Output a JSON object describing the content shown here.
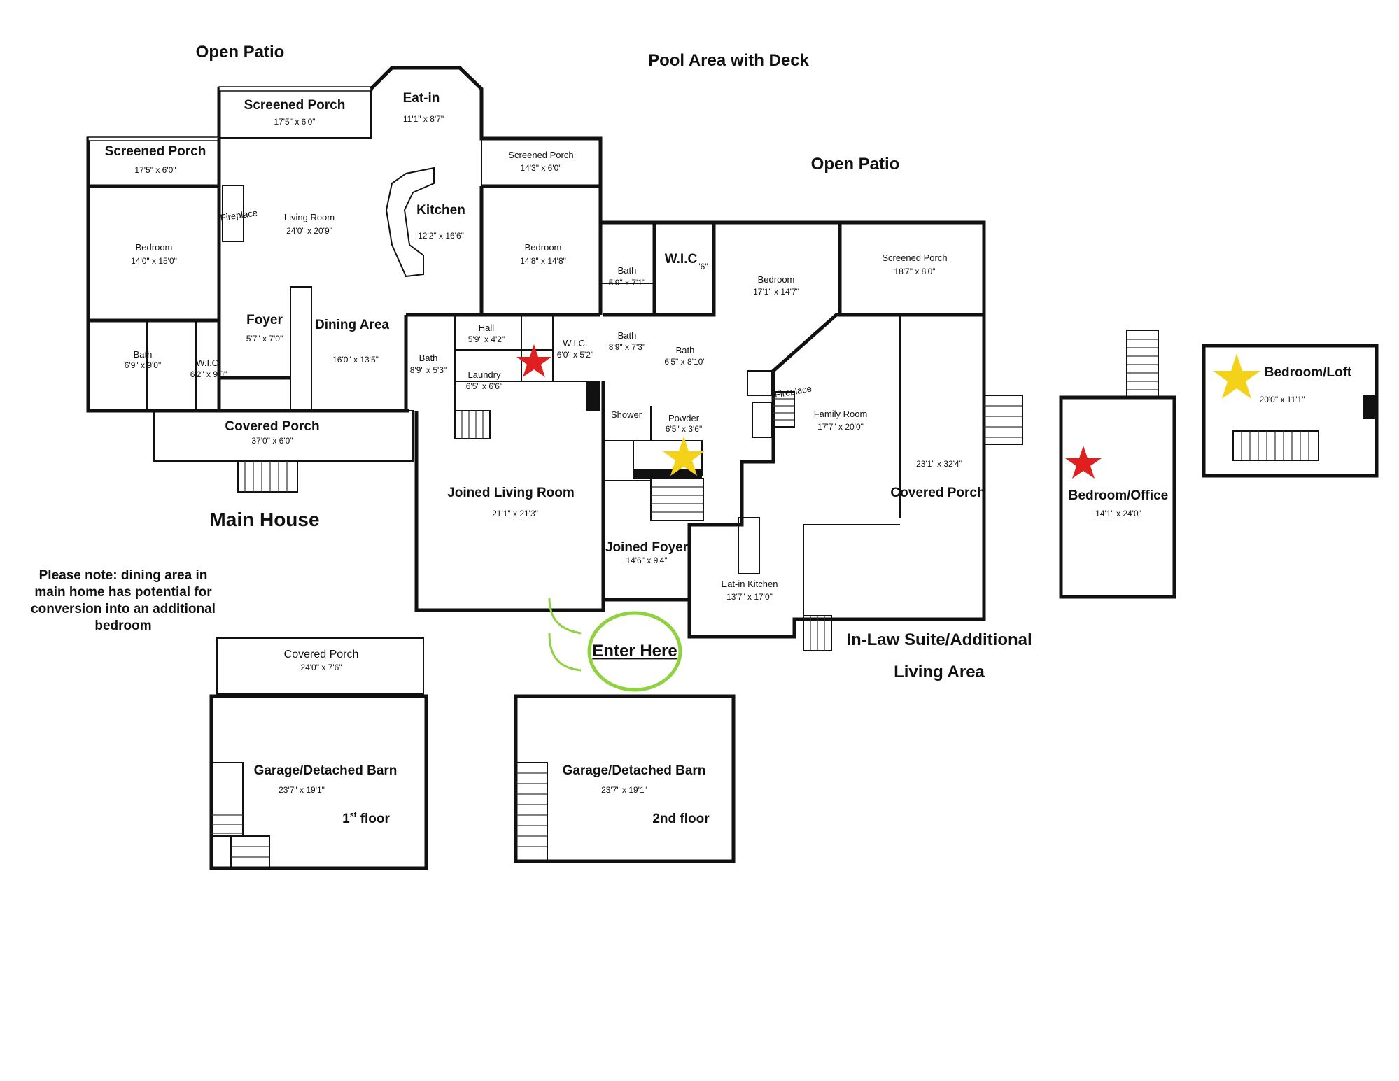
{
  "outdoor": {
    "open_patio_left": "Open Patio",
    "pool_area": "Pool Area with Deck",
    "open_patio_right": "Open Patio"
  },
  "main_house": {
    "title": "Main House",
    "title_color": "#e07b39",
    "note": [
      "Please note: dining area in",
      "main home has potential for",
      "conversion into an additional",
      "bedroom"
    ],
    "rooms": {
      "screened_porch_top": {
        "name": "Screened  Porch",
        "dim": "17'5\" x 6'0\""
      },
      "screened_porch_left": {
        "name": "Screened  Porch",
        "dim": "17'5\" x 6'0\""
      },
      "eat_in": {
        "name": "Eat-in",
        "dim": "11'1\" x 8'7\""
      },
      "screened_porch_mid": {
        "name": "Screened Porch",
        "dim": "14'3\" x 6'0\""
      },
      "kitchen": {
        "name": "Kitchen",
        "dim": "12'2\" x 16'6\""
      },
      "living_room": {
        "name": "Living Room",
        "dim": "24'0\" x 20'9\""
      },
      "fireplace": "Fireplace",
      "bedroom_left": {
        "name": "Bedroom",
        "dim": "14'0\" x 15'0\""
      },
      "bedroom_mid": {
        "name": "Bedroom",
        "dim": "14'8\" x 14'8\""
      },
      "foyer": {
        "name": "Foyer",
        "dim": "5'7\" x 7'0\""
      },
      "dining_area": {
        "name": "Dining Area",
        "dim": "16'0\" x 13'5\""
      },
      "bath_left": {
        "name": "Bath",
        "dim": "6'9\" x 9'0\""
      },
      "wic_left": {
        "name": "W.I.C.",
        "dim": "6'2\" x 9'0\""
      },
      "bath_mid": {
        "name": "Bath",
        "dim": "8'9\" x 5'3\""
      },
      "hall": {
        "name": "Hall",
        "dim": "5'9\" x 4'2\""
      },
      "laundry": {
        "name": "Laundry",
        "dim": "6'5\" x 6'6\""
      },
      "wic_mid": {
        "name": "W.I.C.",
        "dim": "6'0\" x 5'2\""
      },
      "covered_porch": {
        "name": "Covered Porch",
        "dim": "37'0\" x 6'0\""
      }
    }
  },
  "joined": {
    "living_room": {
      "name": "Joined Living Room",
      "dim": "21'1\" x 21'3\""
    },
    "foyer": {
      "name": "Joined Foyer",
      "dim": "14'6\" x 9'4\""
    },
    "shower": "Shower",
    "powder": {
      "name": "Powder",
      "dim": "6'5\" x 3'6\""
    },
    "enter_here": "Enter Here",
    "enter_color": "#8fd13f"
  },
  "in_law": {
    "title_lines": [
      "In-Law Suite/Additional",
      "Living Area"
    ],
    "title_color": "#9b59d0",
    "rooms": {
      "bath_a": {
        "name": "Bath",
        "dim": "5'9\" x 7'1\""
      },
      "wic": {
        "name": "W.I.C",
        "dim": "'6\""
      },
      "bath_b": {
        "name": "Bath",
        "dim": "8'9\" x 7'3\""
      },
      "bath_c": {
        "name": "Bath",
        "dim": "6'5\" x 8'10\""
      },
      "bedroom": {
        "name": "Bedroom",
        "dim": "17'1\" x 14'7\""
      },
      "screened_porch": {
        "name": "Screened Porch",
        "dim": "18'7\" x 8'0\""
      },
      "fireplace": "Fireplace",
      "family_room": {
        "name": "Family Room",
        "dim": "17'7\" x 20'0\""
      },
      "eat_in_kitchen": {
        "name": "Eat-in Kitchen",
        "dim": "13'7\" x 17'0\""
      },
      "covered_porch": {
        "name": "Covered Porch",
        "dim": "23'1\" x 32'4\""
      }
    }
  },
  "outbuildings": {
    "bedroom_office": {
      "name": "Bedroom/Office",
      "dim": "14'1\" x 24'0\""
    },
    "bedroom_loft": {
      "name": "Bedroom/Loft",
      "dim": "20'0\" x 11'1\""
    },
    "barn_porch": {
      "name": "Covered Porch",
      "dim": "24'0\" x 7'6\""
    },
    "barn_1": {
      "name": "Garage/Detached Barn",
      "dim": "23'7\" x 19'1\"",
      "floor": "1",
      "floor_sup": "st",
      "floor_suffix": " floor"
    },
    "barn_2": {
      "name": "Garage/Detached Barn",
      "dim": "23'7\" x 19'1\"",
      "floor": "2nd floor"
    }
  },
  "markers": {
    "red_star_color": "#e02020",
    "gold_star_color": "#f5d21a"
  }
}
